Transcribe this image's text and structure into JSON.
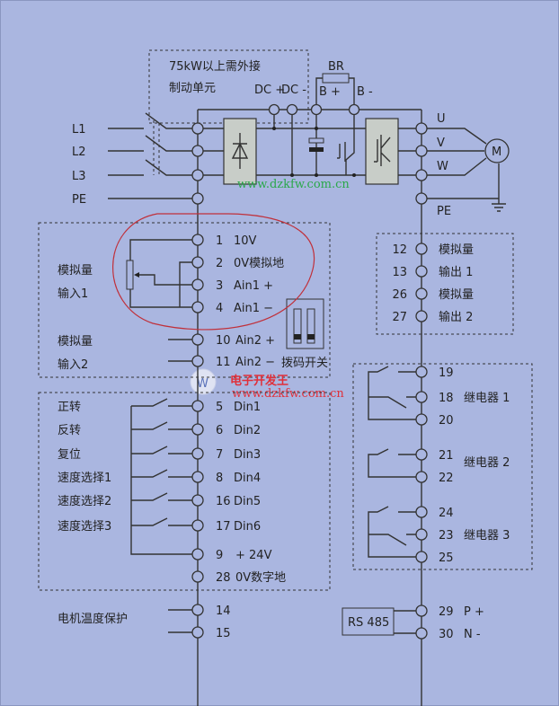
{
  "power": {
    "brake_note_line1": "75kW以上需外接",
    "brake_note_line2": "制动单元",
    "dc_plus": "DC +",
    "dc_minus": "DC -",
    "b_plus": "B +",
    "b_minus": "B -",
    "br": "BR",
    "inputs": [
      "L1",
      "L2",
      "L3",
      "PE"
    ],
    "outputs": [
      "U",
      "V",
      "W",
      "PE"
    ],
    "motor": "M"
  },
  "analog_in": {
    "group1_line1": "模拟量",
    "group1_line2": "输入1",
    "group2_line1": "模拟量",
    "group2_line2": "输入2",
    "terminals": [
      {
        "num": "1",
        "label": "10V"
      },
      {
        "num": "2",
        "label": "0V模拟地"
      },
      {
        "num": "3",
        "label": "Ain1 +"
      },
      {
        "num": "4",
        "label": "Ain1 −"
      },
      {
        "num": "10",
        "label": "Ain2 +"
      },
      {
        "num": "11",
        "label": "Ain2 −"
      }
    ],
    "dip_switch_label": "拨码开关"
  },
  "analog_out": {
    "terminals": [
      {
        "num": "12",
        "label": "模拟量"
      },
      {
        "num": "13",
        "label": "输出 1"
      },
      {
        "num": "26",
        "label": "模拟量"
      },
      {
        "num": "27",
        "label": "输出 2"
      }
    ]
  },
  "digital_in": {
    "functions": [
      "正转",
      "反转",
      "复位",
      "速度选择1",
      "速度选择2",
      "速度选择3"
    ],
    "terminals": [
      {
        "num": "5",
        "label": "Din1"
      },
      {
        "num": "6",
        "label": "Din2"
      },
      {
        "num": "7",
        "label": "Din3"
      },
      {
        "num": "8",
        "label": "Din4"
      },
      {
        "num": "16",
        "label": "Din5"
      },
      {
        "num": "17",
        "label": "Din6"
      },
      {
        "num": "9",
        "label": "+ 24V"
      },
      {
        "num": "28",
        "label": "0V数字地"
      }
    ]
  },
  "motor_temp": {
    "label": "电机温度保护",
    "terminals": [
      "14",
      "15"
    ]
  },
  "relays": {
    "terminals": [
      "19",
      "18",
      "20",
      "21",
      "22",
      "24",
      "23",
      "25"
    ],
    "labels": [
      "继电器 1",
      "继电器 2",
      "继电器 3"
    ]
  },
  "rs485": {
    "label": "RS 485",
    "terminals": [
      {
        "num": "29",
        "label": "P +"
      },
      {
        "num": "30",
        "label": "N -"
      }
    ]
  },
  "watermark": {
    "url": "www.dzkfw.com.cn",
    "brand": "电子开发王"
  }
}
